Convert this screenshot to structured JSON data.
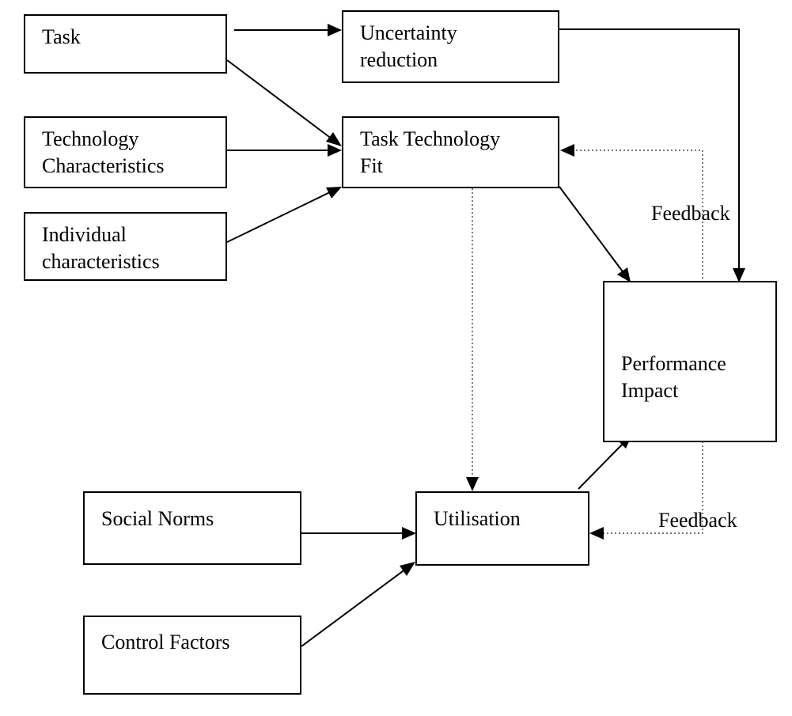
{
  "diagram": {
    "nodes": {
      "task": "Task",
      "uncertainty": "Uncertainty\nreduction",
      "ttf": "Task Technology\nFit",
      "tech": "Technology\nCharacteristics",
      "indiv": "Individual\ncharacteristics",
      "perf": "Performance\nImpact",
      "social": "Social Norms",
      "util": "Utilisation",
      "control": "Control Factors"
    },
    "edge_labels": {
      "feedback_top": "Feedback",
      "feedback_bottom": "Feedback"
    },
    "edges": [
      {
        "from": "task",
        "to": "uncertainty",
        "style": "solid"
      },
      {
        "from": "task",
        "to": "ttf",
        "style": "solid"
      },
      {
        "from": "tech",
        "to": "ttf",
        "style": "solid"
      },
      {
        "from": "indiv",
        "to": "ttf",
        "style": "solid"
      },
      {
        "from": "uncertainty",
        "to": "perf",
        "style": "solid"
      },
      {
        "from": "ttf",
        "to": "perf",
        "style": "solid"
      },
      {
        "from": "ttf",
        "to": "util",
        "style": "dotted"
      },
      {
        "from": "perf",
        "to": "ttf",
        "style": "dotted",
        "label": "Feedback"
      },
      {
        "from": "perf",
        "to": "util",
        "style": "dotted",
        "label": "Feedback"
      },
      {
        "from": "util",
        "to": "perf",
        "style": "solid"
      },
      {
        "from": "social",
        "to": "util",
        "style": "solid"
      },
      {
        "from": "control",
        "to": "util",
        "style": "solid"
      }
    ]
  }
}
